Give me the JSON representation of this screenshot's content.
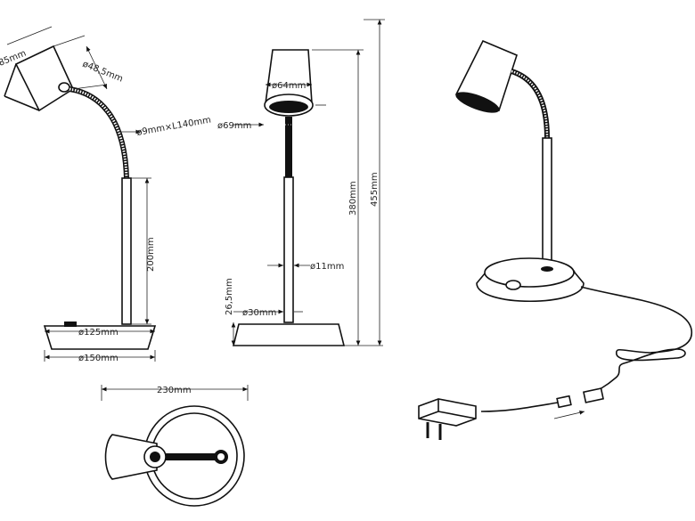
{
  "dimensions": {
    "head_length": "85mm",
    "head_diameter": "ø48,5mm",
    "neck": "ø9mm×L140mm",
    "pole_height": "200mm",
    "base_top": "ø125mm",
    "base_bottom": "ø150mm",
    "shade_top": "ø64mm",
    "shade_bottom": "ø69mm",
    "pole_diameter": "ø11mm",
    "base_height": "26,5mm",
    "pole_base": "ø30mm",
    "height_shade": "380mm",
    "height_total": "455mm",
    "top_width": "230mm"
  },
  "colors": {
    "line": "#111111",
    "background": "#ffffff"
  }
}
